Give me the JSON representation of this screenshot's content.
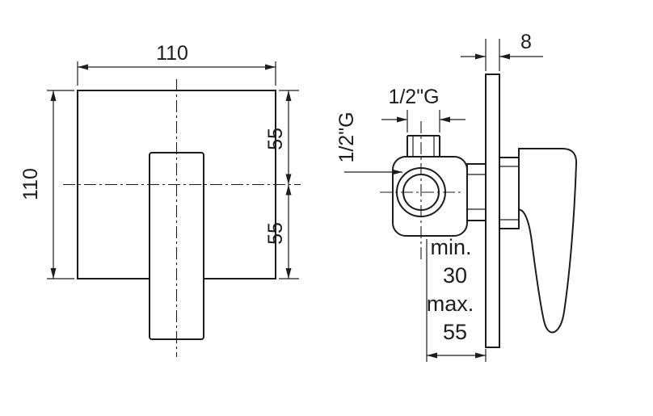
{
  "page": {
    "background": "#ffffff",
    "line_color": "#1d1d1d"
  },
  "front_view": {
    "width": "110",
    "height": "110",
    "upper_half": "55",
    "lower_half": "55"
  },
  "side_view": {
    "plate_thickness": "8",
    "top_port_thread": "1/2\"G",
    "side_port_thread": "1/2\"G",
    "depth": {
      "min_label": "min.",
      "min_value": "30",
      "max_label": "max.",
      "max_value": "55"
    }
  }
}
